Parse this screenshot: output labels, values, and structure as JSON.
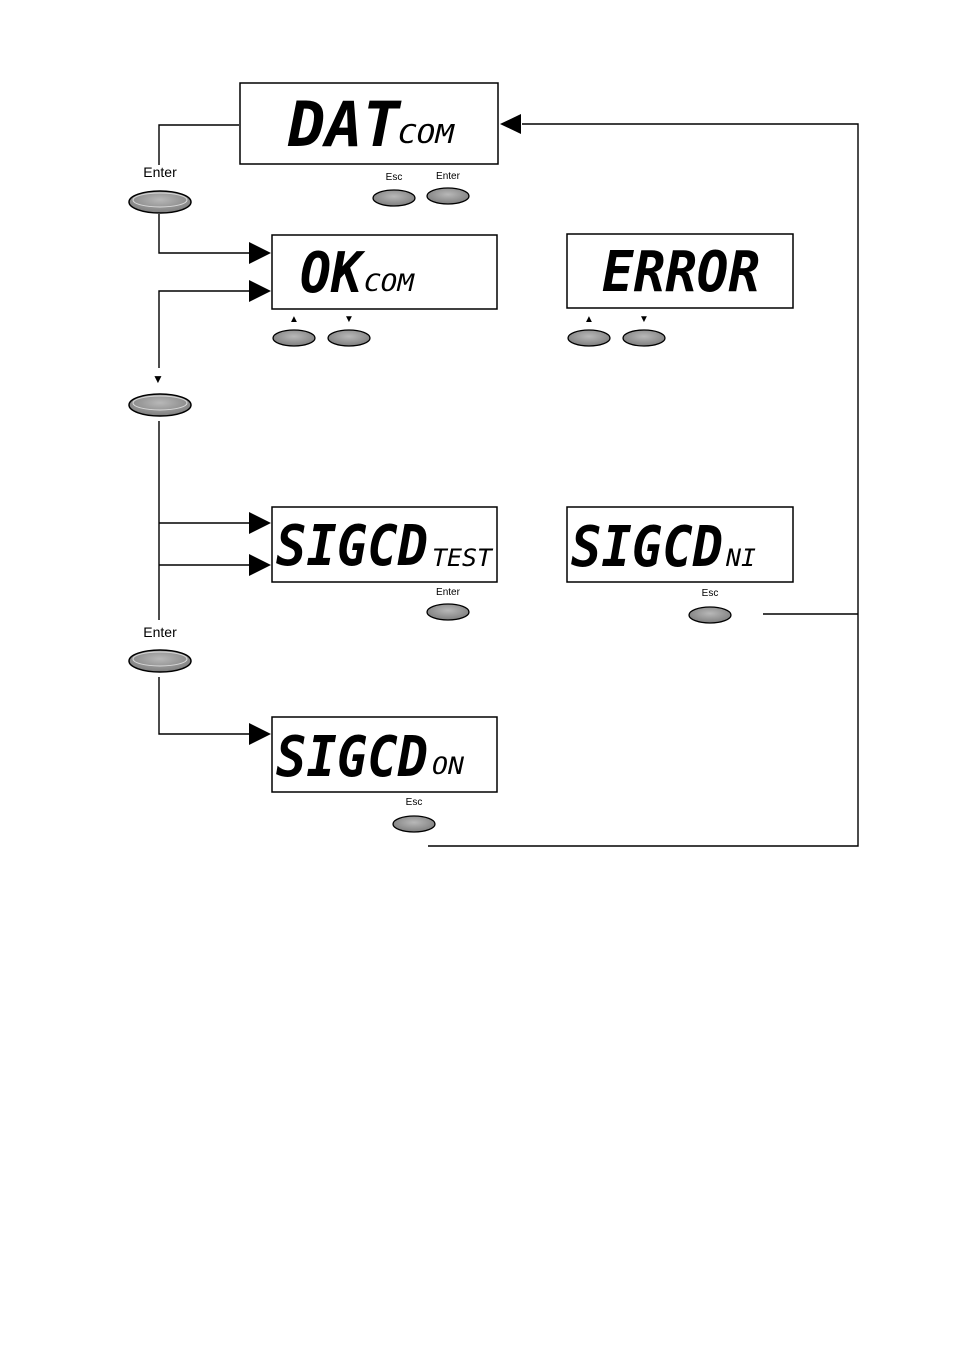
{
  "displays": {
    "datcom": {
      "main": "DAT",
      "sub": "COM"
    },
    "okcom": {
      "main": "OK",
      "sub": "COM"
    },
    "error": {
      "main": "ERROR",
      "sub": ""
    },
    "sigcd_test": {
      "main": "SIGCD",
      "sub": "TEST"
    },
    "sigcd_ni": {
      "main": "SIGCD",
      "sub": "NI"
    },
    "sigcd_on": {
      "main": "SIGCD",
      "sub": "ON"
    }
  },
  "buttons": {
    "enter_label": "Enter",
    "esc_label": "Esc",
    "up_glyph": "▲",
    "down_glyph": "▼"
  },
  "colors": {
    "button_fill": "#8a8a8a",
    "line": "#000000",
    "display_border": "#000000"
  }
}
